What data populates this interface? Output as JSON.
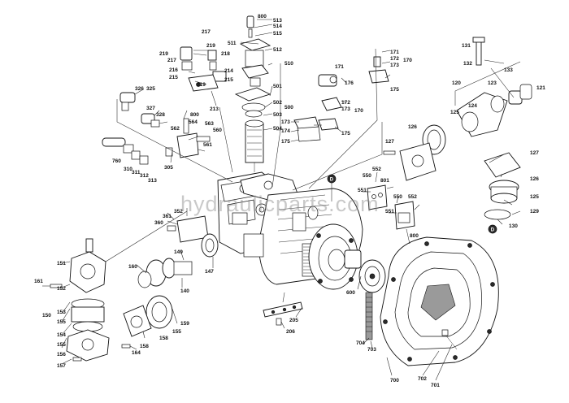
{
  "watermark": "hydraulicparts.com",
  "datum_mark": "D",
  "callouts": {
    "c800a": "800",
    "c513": "513",
    "c514": "514",
    "c515": "515",
    "c511": "511",
    "c512": "512",
    "c510": "510",
    "c501": "501",
    "c502": "502",
    "c503": "503",
    "c500": "500",
    "c504": "504",
    "c217": "217",
    "c219": "219",
    "c218": "218",
    "c214": "214",
    "c215": "215",
    "c216": "216",
    "c215b": "215",
    "c213": "213",
    "c219b": "219",
    "c217b": "217",
    "c171a": "171",
    "c172a": "172",
    "c173a": "173",
    "c170a": "170",
    "c175a": "175",
    "c171b": "171",
    "c176": "176",
    "c172b": "172",
    "c173b": "173",
    "c170b": "170",
    "c175b": "175",
    "c173c": "173",
    "c174": "174",
    "c175c": "175",
    "c131": "131",
    "c132": "132",
    "c120": "120",
    "c123": "123",
    "c133": "133",
    "c121": "121",
    "c125a": "125",
    "c124": "124",
    "c126a": "126",
    "c127a": "127",
    "c127b": "127",
    "c126b": "126",
    "c125b": "125",
    "c129": "129",
    "c130": "130",
    "c326": "326",
    "c325": "325",
    "c327": "327",
    "c328": "328",
    "c800b": "800",
    "c564": "564",
    "c562": "562",
    "c563": "563",
    "c560": "560",
    "c561": "561",
    "c760": "760",
    "c310": "310",
    "c311": "311",
    "c312": "312",
    "c313": "313",
    "c305": "305",
    "c550a": "550",
    "c551": "551",
    "c801": "801",
    "c552a": "552",
    "c550b": "550",
    "c552b": "552",
    "c551b": "551",
    "c800c": "800",
    "c352": "352",
    "c361": "361",
    "c360": "360",
    "c160": "160",
    "c149": "149",
    "c147": "147",
    "c140": "140",
    "c151": "151",
    "c161": "161",
    "c152": "152",
    "c150": "150",
    "c153": "153",
    "c155a": "155",
    "c154": "154",
    "c155b": "155",
    "c156": "156",
    "c157": "157",
    "c159": "159",
    "c155c": "155",
    "c158a": "158",
    "c158b": "158",
    "c164": "164",
    "c205": "205",
    "c206": "206",
    "c600": "600",
    "c704": "704",
    "c703": "703",
    "c700": "700",
    "c702": "702",
    "c701": "701"
  }
}
